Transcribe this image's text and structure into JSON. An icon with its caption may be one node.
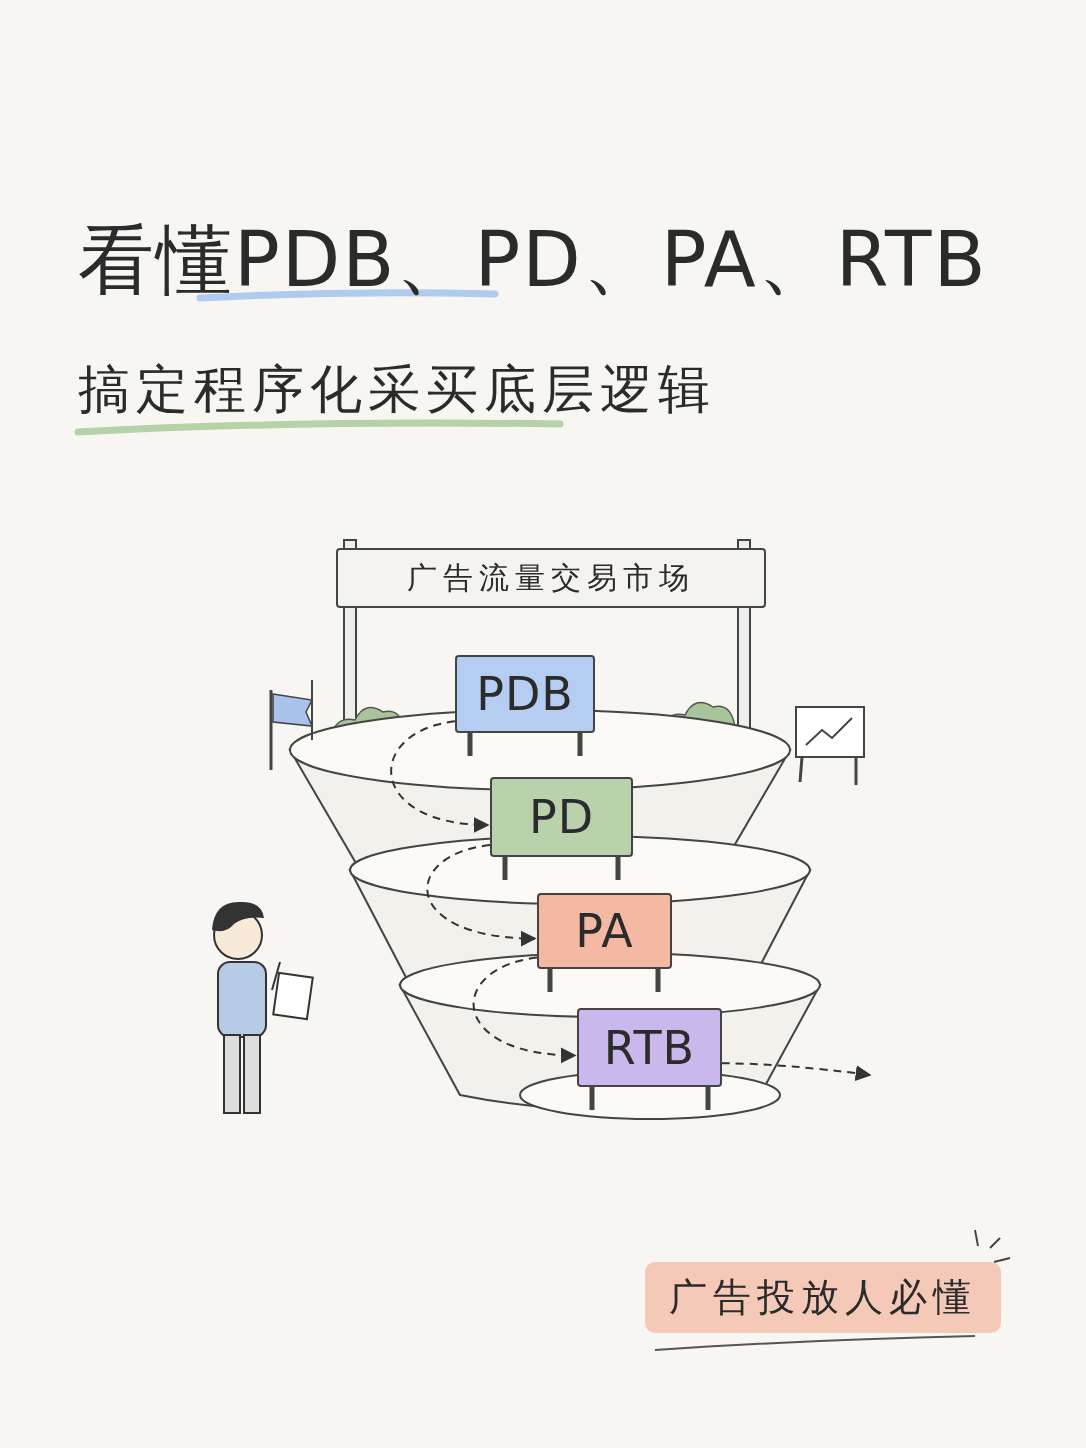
{
  "diagram": {
    "title": "看懂PDB、PD、PA、RTB",
    "nodes": [
      {
        "text": [
          "广告流量交易市场"
        ]
      },
      {
        "text": [
          "PDB"
        ]
      },
      {
        "text": [
          "PD"
        ]
      },
      {
        "text": [
          "PA"
        ]
      },
      {
        "text": [
          "RTB"
        ]
      }
    ],
    "edges": [
      {
        "from": 1,
        "to": 2,
        "arrow": "to",
        "style": "dashed"
      },
      {
        "from": 2,
        "to": 3,
        "arrow": "to",
        "style": "dashed"
      },
      {
        "from": 3,
        "to": 4,
        "arrow": "to",
        "style": "dashed"
      },
      {
        "from": 4,
        "to": null,
        "arrow": "to",
        "style": "dashed"
      }
    ],
    "labels": [
      "搞定程序化采买底层逻辑",
      "广告投放人必懂"
    ]
  }
}
